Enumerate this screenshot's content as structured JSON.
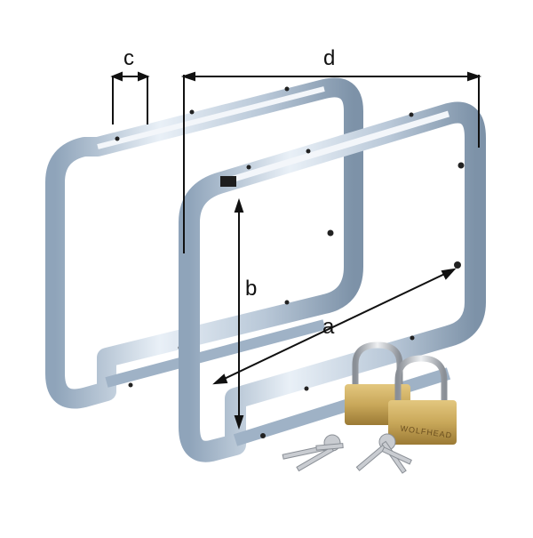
{
  "image": {
    "subject": "pair of galvanized steel rectangular wall brackets with two brass padlocks and keys",
    "background_color": "#ffffff"
  },
  "dimensions": {
    "a": {
      "label": "a",
      "kind": "diagonal-length"
    },
    "b": {
      "label": "b",
      "kind": "height"
    },
    "c": {
      "label": "c",
      "kind": "bar-width"
    },
    "d": {
      "label": "d",
      "kind": "depth"
    }
  },
  "padlocks": {
    "count": 2,
    "brand_text": "WOLFHEAD"
  },
  "colors": {
    "steel": "#c9d6e3",
    "steel_dark": "#7f95ab",
    "steel_light": "#eef3f8",
    "brass": "#c9a85a",
    "brass_dark": "#9b7a35",
    "shackle": "#b8bcc2",
    "dimension_line": "#111111"
  }
}
